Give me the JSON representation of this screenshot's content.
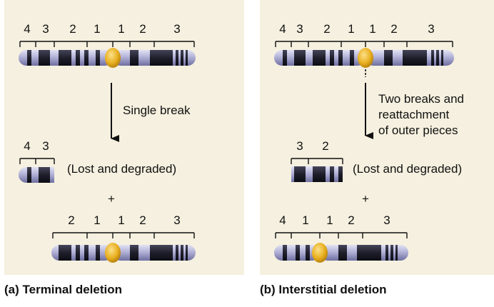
{
  "panels": [
    {
      "caption": "(a) Terminal deletion",
      "original_labels": [
        "4",
        "3",
        "2",
        "1",
        "1",
        "2",
        "3"
      ],
      "arrow_label": "Single break",
      "fragment_labels": [
        "4",
        "3"
      ],
      "fragment_note": "(Lost and degraded)",
      "plus": "+",
      "result_labels": [
        "2",
        "1",
        "1",
        "2",
        "3"
      ]
    },
    {
      "caption": "(b) Interstitial deletion",
      "original_labels": [
        "4",
        "3",
        "2",
        "1",
        "1",
        "2",
        "3"
      ],
      "arrow_label_lines": [
        "Two breaks and",
        "reattachment",
        "of outer pieces"
      ],
      "fragment_labels": [
        "3",
        "2"
      ],
      "fragment_note": "(Lost and degraded)",
      "plus": "+",
      "result_labels": [
        "4",
        "1",
        "1",
        "2",
        "3"
      ]
    }
  ],
  "colors": {
    "background": "#f5f0df",
    "chromosome_body": "#b2b2d8",
    "band_dark": "#1f1f2b",
    "centromere": "#e8b020"
  }
}
